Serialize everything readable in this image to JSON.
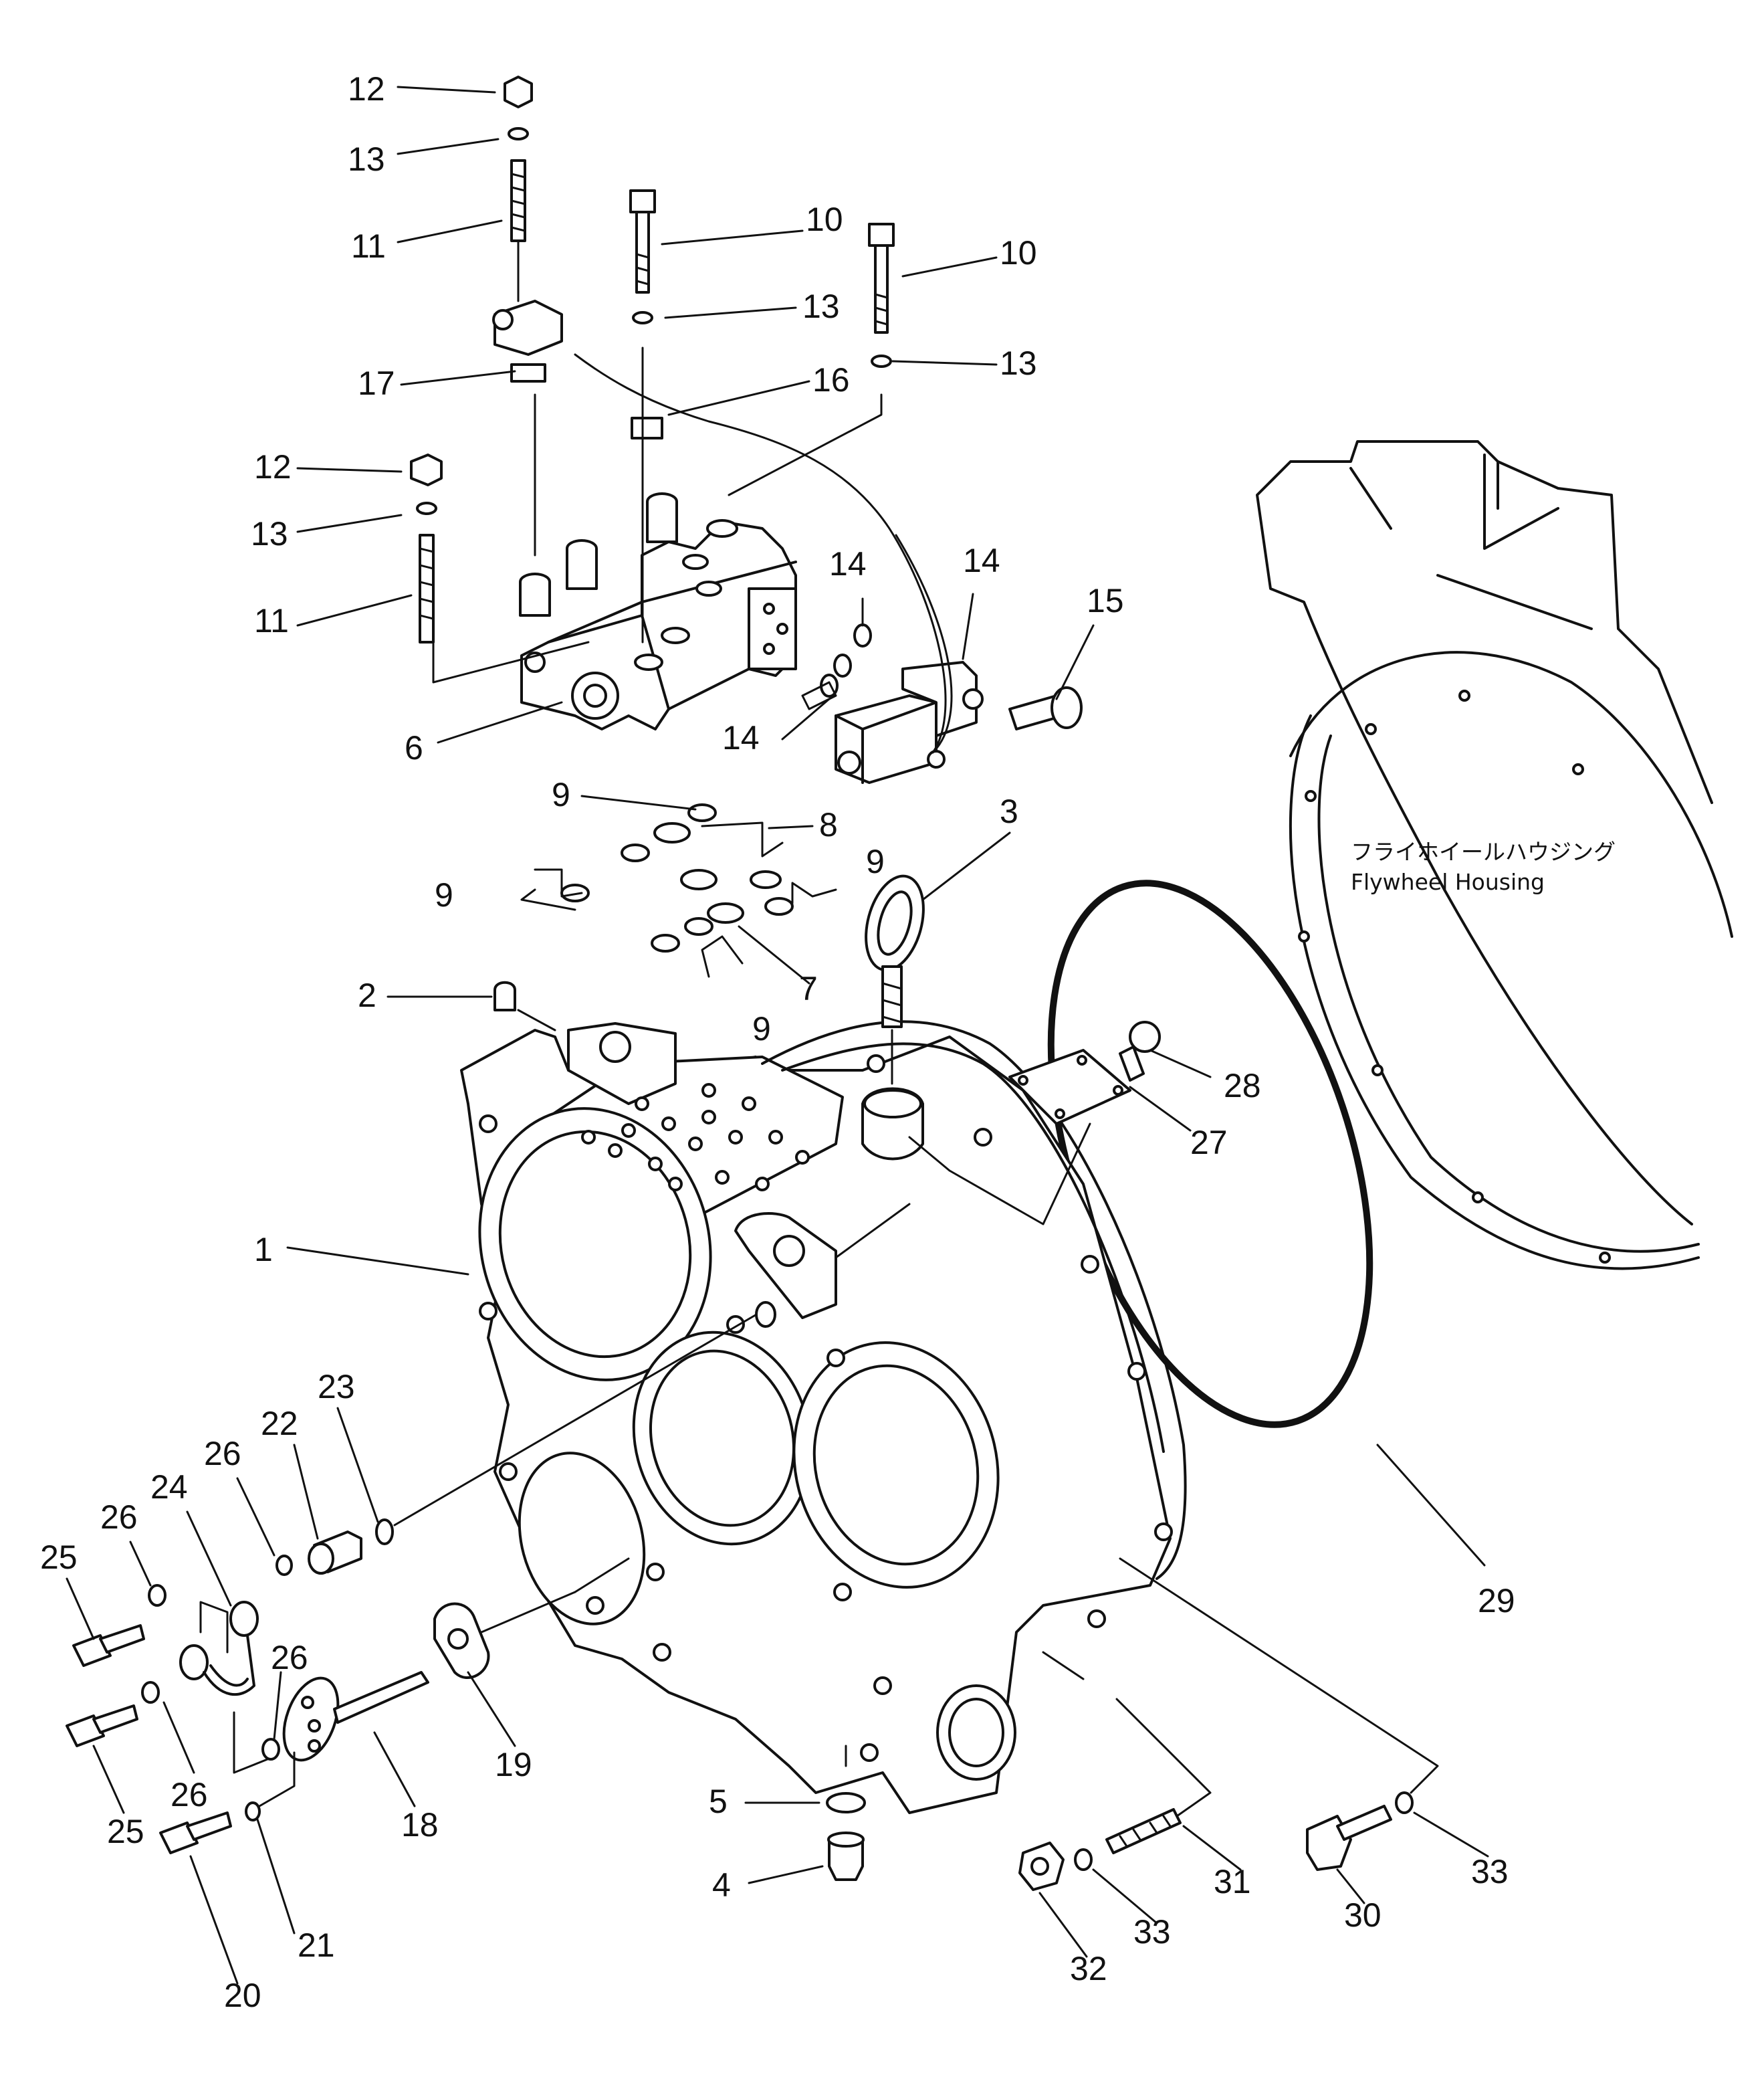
{
  "flywheel_housing": {
    "label_ja": "フライホイールハウジング",
    "label_en": "Flywheel  Housing"
  },
  "callouts": [
    {
      "id": "c12a",
      "text": "12"
    },
    {
      "id": "c13a",
      "text": "13"
    },
    {
      "id": "c11a",
      "text": "11"
    },
    {
      "id": "c10a",
      "text": "10"
    },
    {
      "id": "c13b",
      "text": "13"
    },
    {
      "id": "c10b",
      "text": "10"
    },
    {
      "id": "c13c",
      "text": "13"
    },
    {
      "id": "c17",
      "text": "17"
    },
    {
      "id": "c16",
      "text": "16"
    },
    {
      "id": "c12b",
      "text": "12"
    },
    {
      "id": "c13d",
      "text": "13"
    },
    {
      "id": "c11b",
      "text": "11"
    },
    {
      "id": "c14a",
      "text": "14"
    },
    {
      "id": "c14b",
      "text": "14"
    },
    {
      "id": "c15",
      "text": "15"
    },
    {
      "id": "c14c",
      "text": "14"
    },
    {
      "id": "c6",
      "text": "6"
    },
    {
      "id": "c9a",
      "text": "9"
    },
    {
      "id": "c8",
      "text": "8"
    },
    {
      "id": "c3",
      "text": "3"
    },
    {
      "id": "c9b",
      "text": "9"
    },
    {
      "id": "c9c",
      "text": "9"
    },
    {
      "id": "c7",
      "text": "7"
    },
    {
      "id": "c9d",
      "text": "9"
    },
    {
      "id": "c2",
      "text": "2"
    },
    {
      "id": "c28",
      "text": "28"
    },
    {
      "id": "c27",
      "text": "27"
    },
    {
      "id": "c1",
      "text": "1"
    },
    {
      "id": "c23",
      "text": "23"
    },
    {
      "id": "c22",
      "text": "22"
    },
    {
      "id": "c26a",
      "text": "26"
    },
    {
      "id": "c24",
      "text": "24"
    },
    {
      "id": "c26b",
      "text": "26"
    },
    {
      "id": "c25a",
      "text": "25"
    },
    {
      "id": "c26c",
      "text": "26"
    },
    {
      "id": "c25b",
      "text": "25"
    },
    {
      "id": "c26d",
      "text": "26"
    },
    {
      "id": "c19",
      "text": "19"
    },
    {
      "id": "c18",
      "text": "18"
    },
    {
      "id": "c29",
      "text": "29"
    },
    {
      "id": "c5",
      "text": "5"
    },
    {
      "id": "c4",
      "text": "4"
    },
    {
      "id": "c31",
      "text": "31"
    },
    {
      "id": "c33a",
      "text": "33"
    },
    {
      "id": "c32",
      "text": "32"
    },
    {
      "id": "c33b",
      "text": "33"
    },
    {
      "id": "c30",
      "text": "30"
    },
    {
      "id": "c33c",
      "text": "33"
    },
    {
      "id": "c21",
      "text": "21"
    },
    {
      "id": "c20",
      "text": "20"
    }
  ]
}
